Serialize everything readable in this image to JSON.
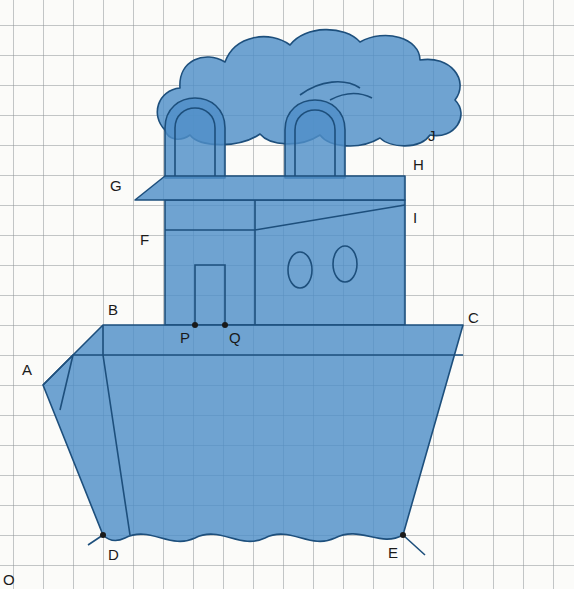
{
  "diagram": {
    "labels": [
      "J",
      "H",
      "G",
      "I",
      "F",
      "B",
      "P",
      "Q",
      "C",
      "A",
      "D",
      "E",
      "O"
    ]
  }
}
